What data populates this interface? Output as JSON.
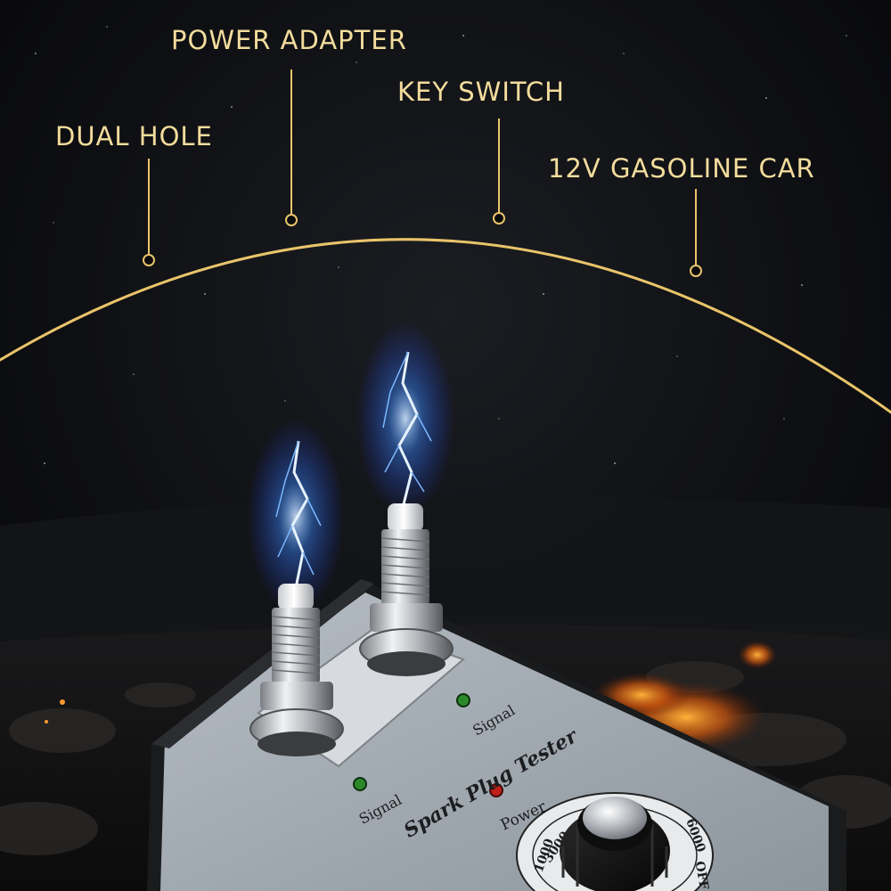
{
  "callouts": {
    "dual_hole": "DUAL HOLE",
    "power_adapter": "POWER ADAPTER",
    "key_switch": "KEY SWITCH",
    "gasoline_car": "12V GASOLINE CAR"
  },
  "device": {
    "title": "Spark Plug Tester",
    "signal_label_left": "Signal",
    "signal_label_right": "Signal",
    "power_label": "Power",
    "dial_marks": [
      "1000",
      "3000",
      "6000",
      "OFF"
    ]
  },
  "colors": {
    "accent_gold": "#e9c46a",
    "callout_text": "#f3dc9c",
    "spark_blue": "#5aa8ff",
    "led_signal": "#2a8a2a",
    "led_power": "#c0201a"
  }
}
